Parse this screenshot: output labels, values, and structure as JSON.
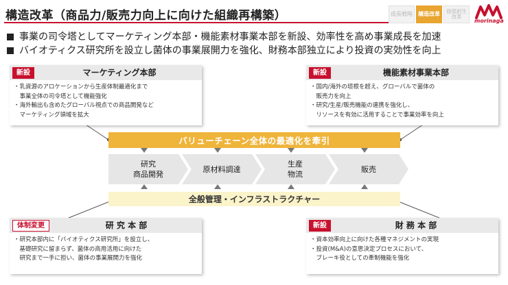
{
  "header": {
    "title": "構造改革（商品力/販売力向上に向けた組織再構築）",
    "nav_tabs": [
      {
        "label": "成長戦略",
        "active": false
      },
      {
        "label": "構造改革",
        "active": true
      },
      {
        "label": "価値創生改革",
        "active": false
      }
    ],
    "logo_text": "morinaga"
  },
  "bullets": [
    "事業の司令塔としてマーケティング本部・機能素材事業本部を新設、効率性を高め事業成長を加速",
    "バイオティクス研究所を設立し菌体の事業展開力を強化、財務本部独立により投資の実効性を向上"
  ],
  "cards": {
    "marketing": {
      "badge": "新設",
      "name": "マーケティング本部",
      "lines": [
        "・乳資源のアロケーションから生産体制最適化まで",
        "　事業全体の司令塔として機能強化",
        "・海外輸出も含めたグローバル視点での商品開発など",
        "　マーケティング領域を拡大"
      ]
    },
    "functional": {
      "badge": "新設",
      "name": "機能素材事業本部",
      "lines": [
        "・国内/海外の垣根を超え、グローバルで菌体の",
        "　販売力を向上",
        "・研究/生産/販売機能の連携を強化し、",
        "　リソースを有効に活用することで事業効率を向上"
      ]
    },
    "research": {
      "badge": "体制変更",
      "name": "研 究 本 部",
      "lines": [
        "・研究本部内に「バイオティクス研究所」を設立し、",
        "　基礎研究に留まらず、菌体の商用活用に向けた",
        "　研究まで一手に担い、菌体の事業展開力を強化"
      ]
    },
    "finance": {
      "badge": "新設",
      "name": "財 務 本 部",
      "lines": [
        "・資本効率向上に向けた各種マネジメントの実現",
        "・投資(M&A)の意思決定プロセスにおいて、",
        "　ブレーキ役としての牽制機能を強化"
      ]
    }
  },
  "value_chain": {
    "banner": "バリューチェーン全体の最適化を牽引",
    "steps": [
      {
        "line1": "研究",
        "line2": "商品開発"
      },
      {
        "line1": "原材料調達",
        "line2": ""
      },
      {
        "line1": "生産",
        "line2": "物流"
      },
      {
        "line1": "販売",
        "line2": ""
      }
    ],
    "infra_banner": "全般管理・インフラストラクチャー"
  },
  "colors": {
    "accent_red": "#c8102e",
    "banner_orange": "#efb43a",
    "infra_yellow": "#fbf3c9",
    "card_header_gray": "#e9e9e9"
  }
}
